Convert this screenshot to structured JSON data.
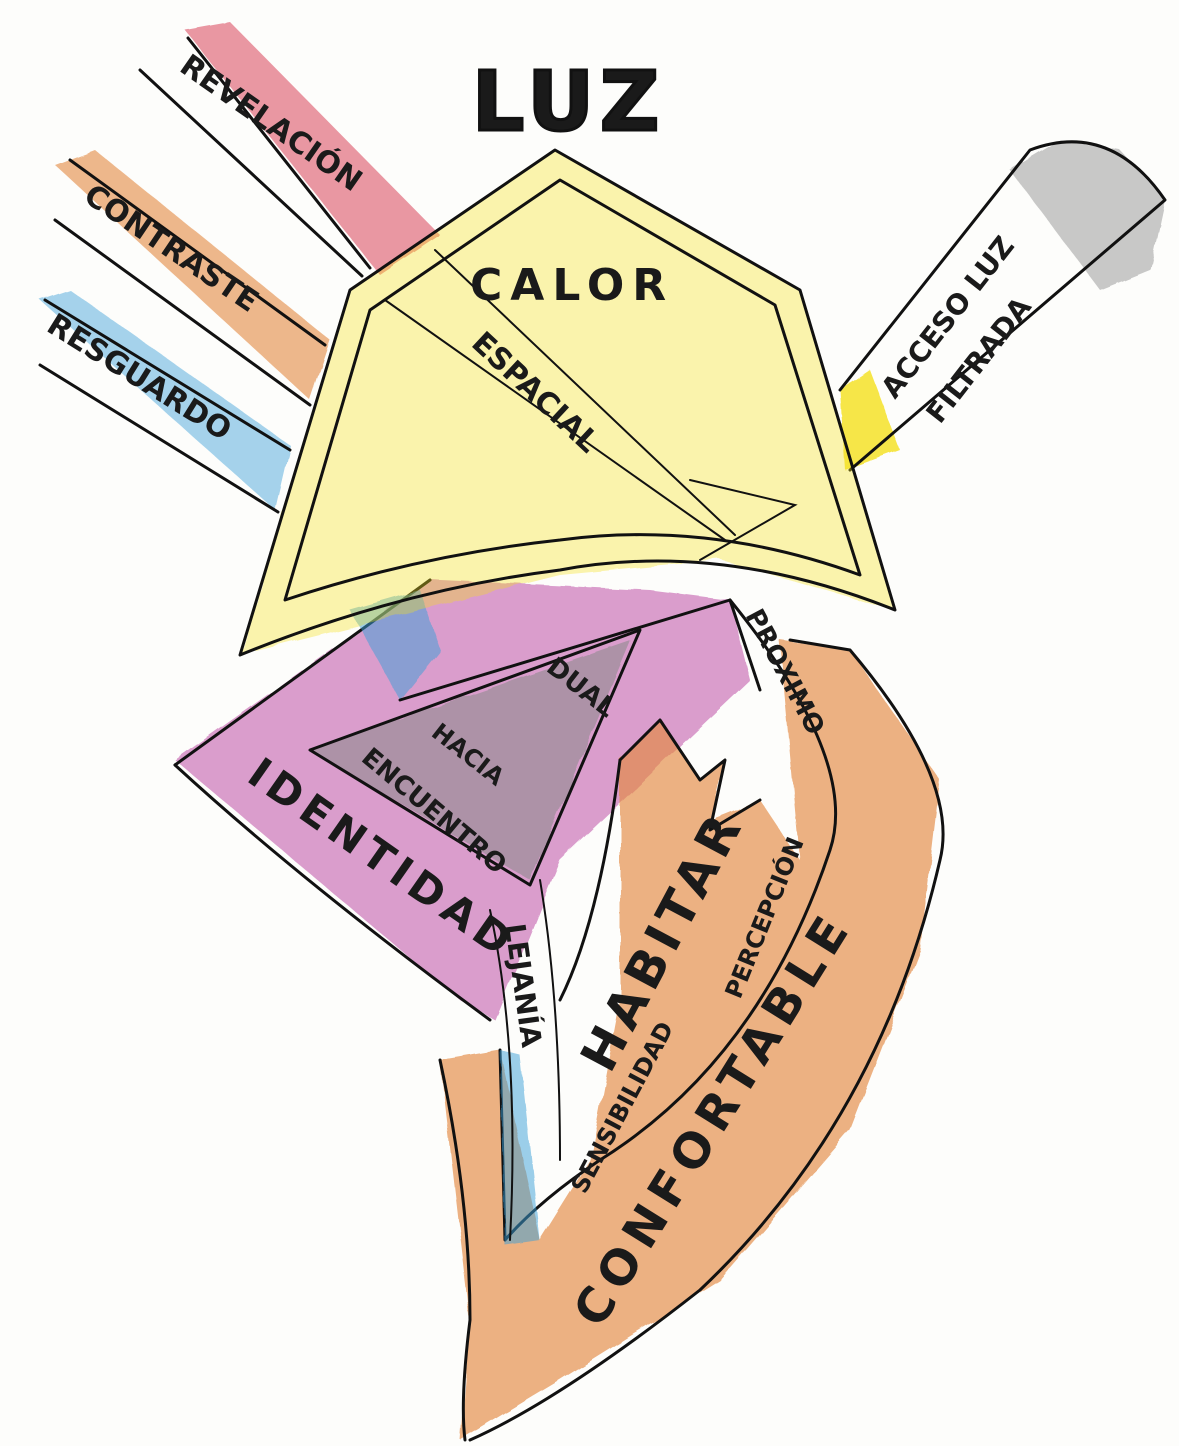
{
  "diagram": {
    "title": "LUZ",
    "colors": {
      "yellow": "#f5e11a",
      "red": "#d9445a",
      "orange": "#e48a43",
      "blue": "#3aa0d8",
      "magenta": "#c45fae",
      "gray": "#8a8a8a",
      "paper": "#fdfdfb",
      "ink": "#111111"
    },
    "labels": {
      "revelacion": "REVELACIÓN",
      "contraste": "CONTRASTE",
      "resguardo": "RESGUARDO",
      "calor": "CALOR",
      "espacial": "ESPACIAL",
      "acceso_luz": "ACCESO LUZ",
      "filtrada": "FILTRADA",
      "dual": "DUAL",
      "hacia": "HACIA",
      "encuentro": "ENCUENTRO",
      "identidad": "IDENTIDAD",
      "proximo": "PROXIMO",
      "habitar": "HABITAR",
      "percepcion": "PERCEPCIÓN",
      "sensibilidad": "SENSIBILIDAD",
      "lejania": "LEJANÍA",
      "confortable": "CONFORTABLE"
    }
  }
}
